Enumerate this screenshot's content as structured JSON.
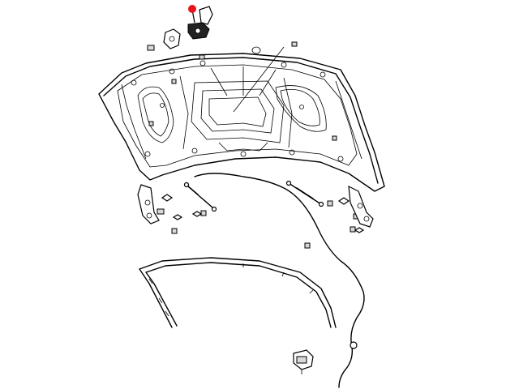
{
  "diagram": {
    "background": "#ffffff",
    "line_color": "#000000",
    "highlight": {
      "color": "#e8141c",
      "target": "hood-latch"
    },
    "parts": [
      "hood-panel",
      "hood-latch",
      "latch-bracket",
      "hood-hinge-left",
      "hood-hinge-right",
      "gas-strut-left",
      "gas-strut-right",
      "hood-seal",
      "release-cable",
      "release-handle",
      "bumper-stop",
      "fastener-clip",
      "insulator-pad"
    ]
  }
}
